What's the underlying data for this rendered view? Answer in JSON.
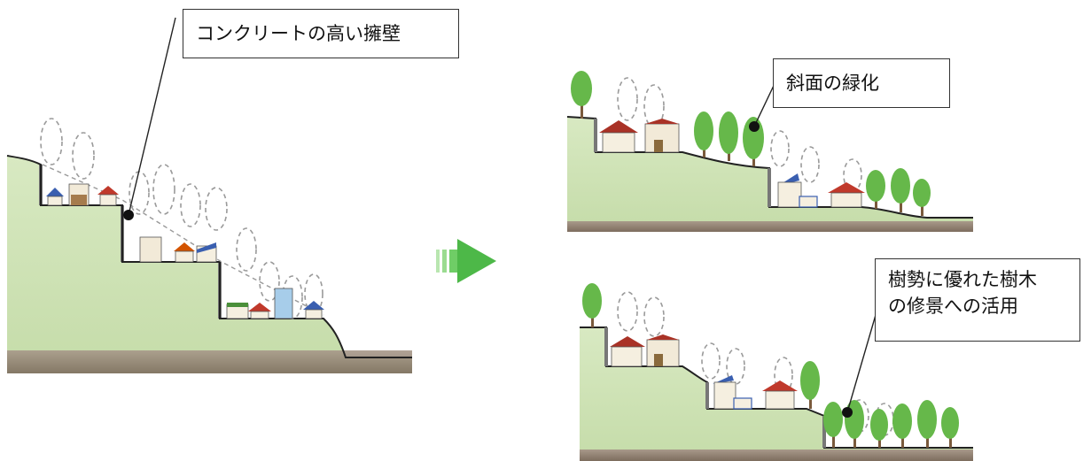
{
  "callouts": {
    "retaining_wall": "コンクリートの高い擁壁",
    "slope_greening": "斜面の緑化",
    "tree_use_line1": "樹勢に優れた樹木",
    "tree_use_line2": "の修景への活用"
  },
  "colors": {
    "grass": "#cfe3b4",
    "grass_light": "#dcecc6",
    "ground_brown": "#8a7866",
    "tree_green": "#66b84a",
    "tree_dark": "#4d9a36",
    "trunk": "#7a5a3c",
    "arrow_green": "#5fbf5a",
    "outline": "#222222",
    "dashed_tree": "#9a9a9a"
  }
}
